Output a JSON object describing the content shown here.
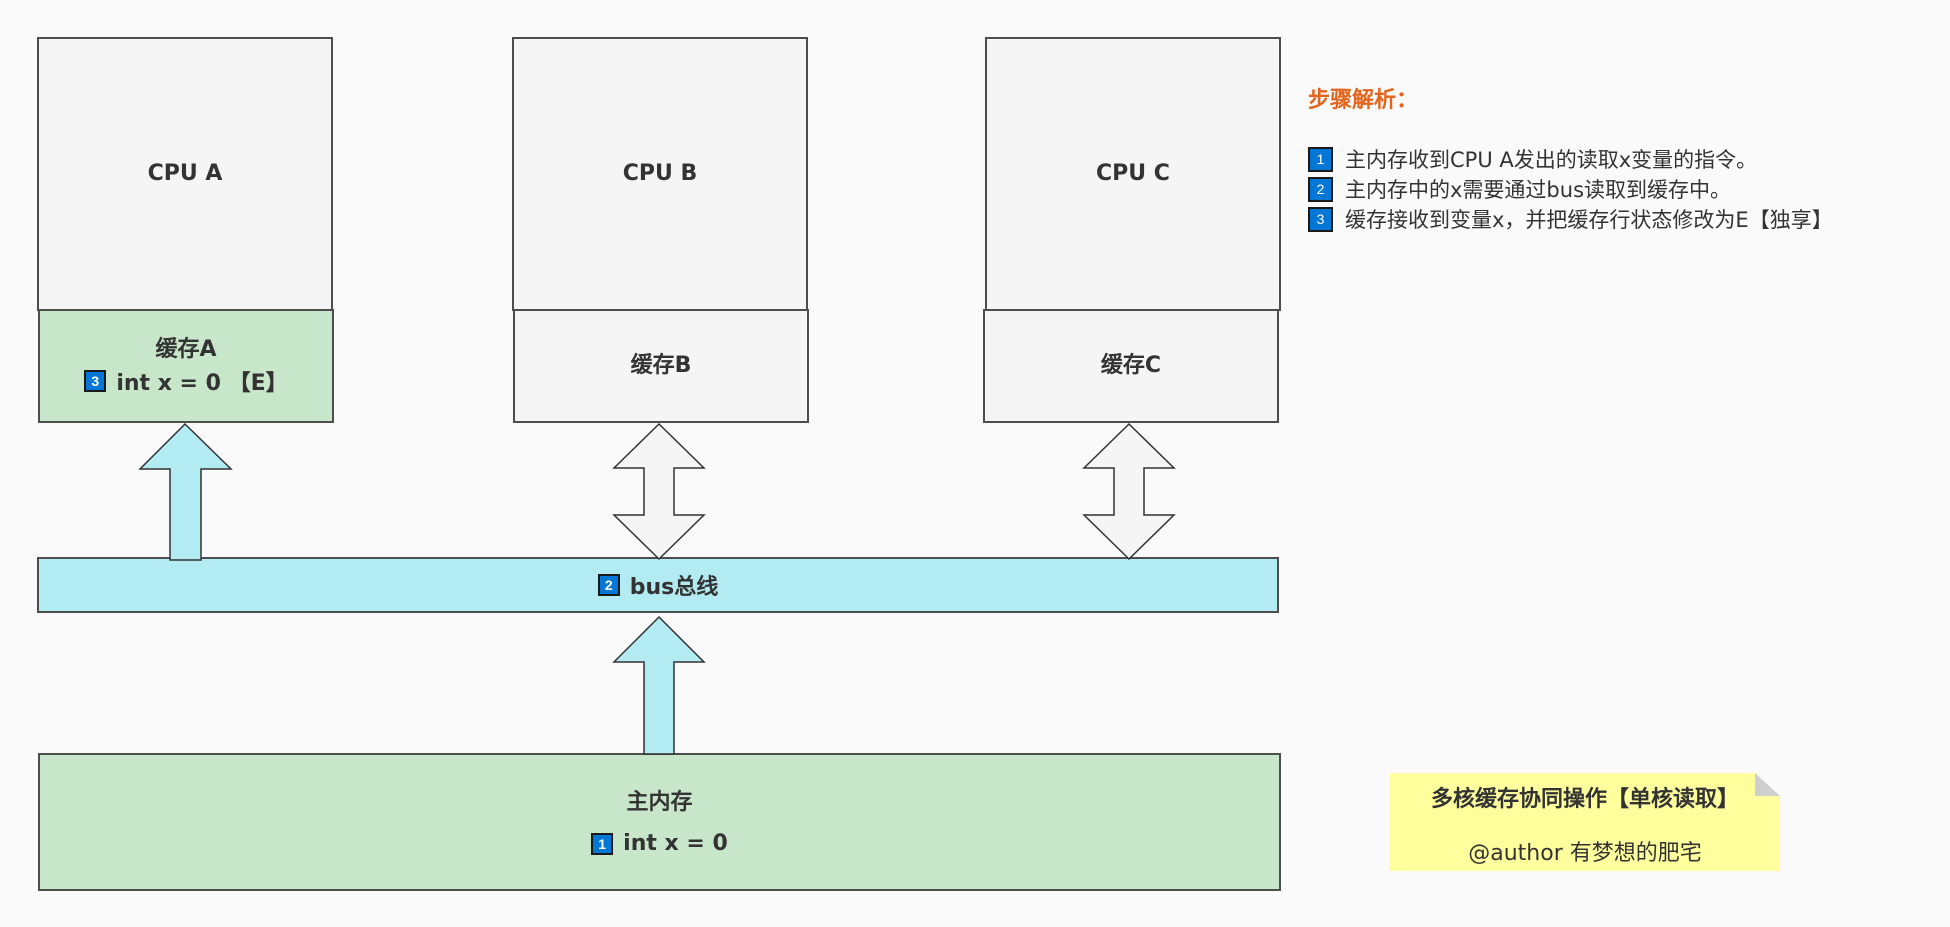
{
  "diagram": {
    "cpus": [
      {
        "name": "CPU A",
        "cache_label": "缓存A",
        "cache_badge": "3",
        "cache_value": "int x = 0 【E】",
        "cache_color": "#c8e6c9"
      },
      {
        "name": "CPU B",
        "cache_label": "缓存B",
        "cache_color": "#f5f5f5"
      },
      {
        "name": "CPU C",
        "cache_label": "缓存C",
        "cache_color": "#f5f5f5"
      }
    ],
    "bus": {
      "badge": "2",
      "label": "bus总线",
      "color": "#b2ebf2"
    },
    "main_memory": {
      "label": "主内存",
      "badge": "1",
      "value": "int x = 0",
      "color": "#c8e6c9"
    },
    "arrows": [
      {
        "from": "bus",
        "to": "缓存A",
        "type": "single-up",
        "color": "#b2ebf2"
      },
      {
        "from": "bus",
        "to": "缓存B",
        "type": "double",
        "color": "#f5f5f5"
      },
      {
        "from": "bus",
        "to": "缓存C",
        "type": "double",
        "color": "#f5f5f5"
      },
      {
        "from": "主内存",
        "to": "bus",
        "type": "single-up",
        "color": "#b2ebf2"
      }
    ]
  },
  "steps": {
    "title": "步骤解析：",
    "items": [
      {
        "badge": "1",
        "text": "主内存收到CPU A发出的读取x变量的指令。"
      },
      {
        "badge": "2",
        "text": "主内存中的x需要通过bus读取到缓存中。"
      },
      {
        "badge": "3",
        "text": "缓存接收到变量x，并把缓存行状态修改为E【独享】"
      }
    ]
  },
  "note": {
    "title": "多核缓存协同操作【单核读取】",
    "author": "@author 有梦想的肥宅",
    "color": "#ffff9e"
  },
  "colors": {
    "badge": "#0277d6",
    "heading": "#e5641b",
    "border": "#4d4d4d"
  }
}
